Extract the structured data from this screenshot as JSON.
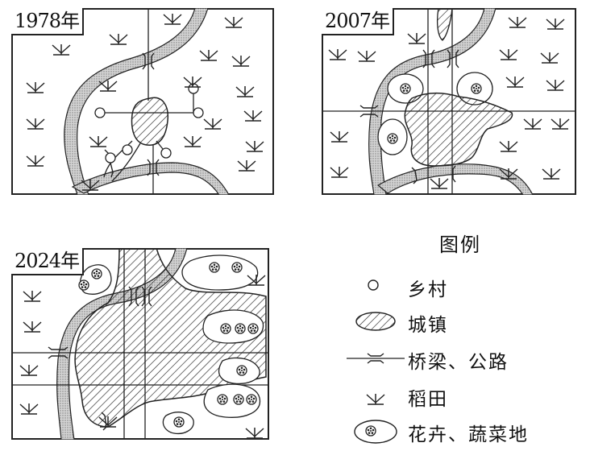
{
  "maps": [
    {
      "year": "1978年"
    },
    {
      "year": "2007年"
    },
    {
      "year": "2024年"
    }
  ],
  "legend": {
    "title": "图例",
    "items": [
      {
        "label": "乡村",
        "icon": "village-circle-icon"
      },
      {
        "label": "城镇",
        "icon": "town-hatched-area-icon"
      },
      {
        "label": "桥梁、公路",
        "icon": "bridge-road-icon"
      },
      {
        "label": "稻田",
        "icon": "rice-paddy-icon"
      },
      {
        "label": "花卉、蔬菜地",
        "icon": "flower-vegetable-field-icon"
      }
    ]
  },
  "colors": {
    "river_fill": "#c9c9c9",
    "line": "#222222",
    "background": "#ffffff"
  }
}
